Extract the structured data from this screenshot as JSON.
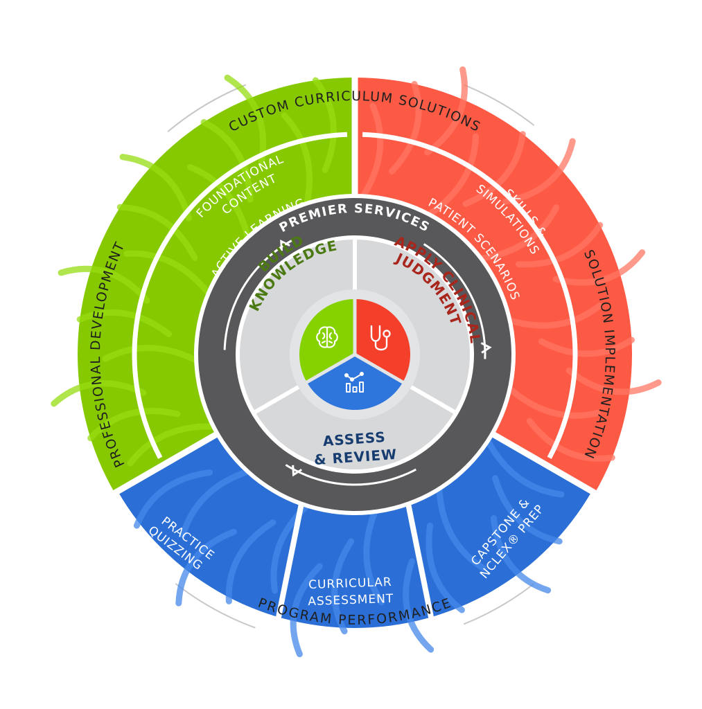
{
  "title": "Premier Services",
  "colors": {
    "green": "#86c900",
    "green_vein": "#95dc12",
    "red": "#fd5a45",
    "red_vein": "#ff7764",
    "blue": "#2b6fd6",
    "blue_vein": "#4688ea",
    "ring_dark": "#58585a",
    "core_gray": "#d7d8da",
    "hub_gray": "#e3e4e6",
    "hub_green": "#86d100",
    "hub_red": "#f4402a",
    "hub_blue": "#2f76dc",
    "text_green": "#4c7a12",
    "text_red": "#a8261b",
    "text_blue": "#173c6f",
    "outer_text": "#1f1f1f",
    "outer_arc": "#c8c8c8"
  },
  "outer_labels": {
    "top": "CUSTOM CURRICULUM SOLUTIONS",
    "right": "SOLUTION IMPLEMENTATION",
    "bottom": "PROGRAM PERFORMANCE",
    "left": "PROFESSIONAL DEVELOPMENT"
  },
  "segments": {
    "green_outer": [
      "FOUNDATIONAL",
      "CONTENT"
    ],
    "green_inner": [
      "ACTIVE LEARNING"
    ],
    "red_outer": [
      "SKILLS &",
      "SIMULATIONS"
    ],
    "red_inner": [
      "PATIENT SCENARIOS"
    ],
    "blue_left": [
      "PRACTICE",
      "QUIZZING"
    ],
    "blue_middle": [
      "CURRICULAR",
      "ASSESSMENT"
    ],
    "blue_right": [
      "CAPSTONE &",
      "NCLEX® PREP"
    ]
  },
  "ring_label": "PREMIER SERVICES",
  "core": {
    "build": [
      "BUILD",
      "KNOWLEDGE"
    ],
    "apply": [
      "APPLY CLINICAL",
      "JUDGMENT"
    ],
    "assess": [
      "ASSESS",
      "& REVIEW"
    ]
  },
  "icons": {
    "build": "brain-icon",
    "apply": "stethoscope-icon",
    "assess": "analytics-chart-icon"
  }
}
